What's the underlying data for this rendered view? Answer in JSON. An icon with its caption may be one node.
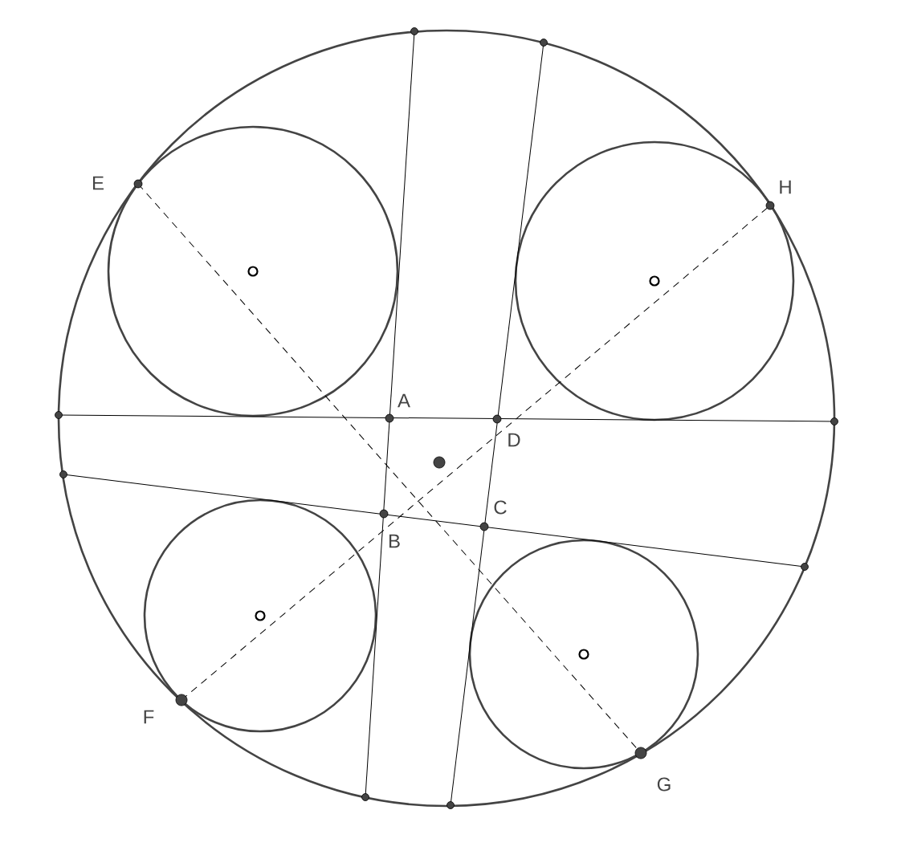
{
  "diagram": {
    "labels": [
      "E",
      "H",
      "A",
      "D",
      "C",
      "B",
      "F",
      "G"
    ]
  }
}
